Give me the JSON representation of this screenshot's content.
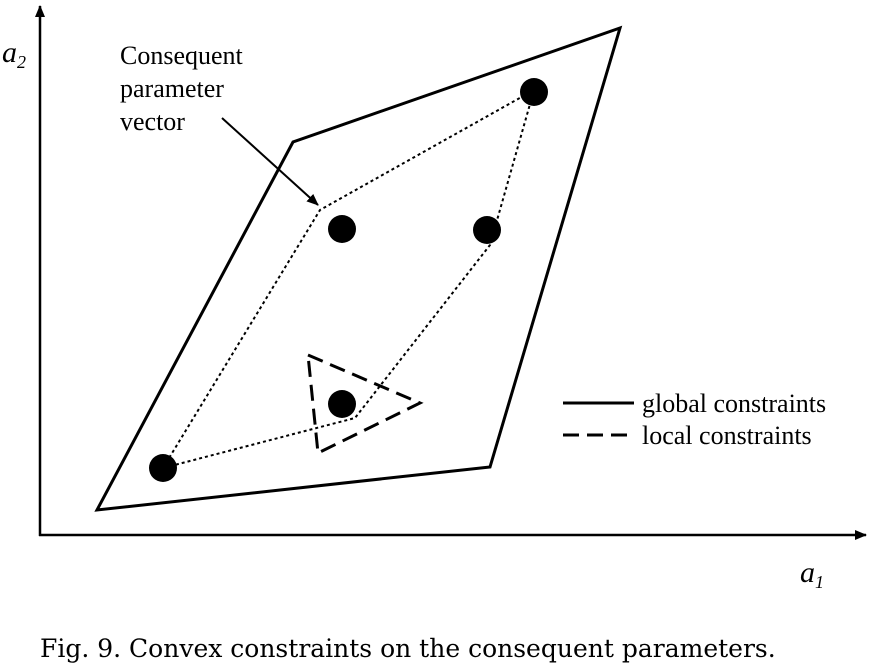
{
  "axes": {
    "x_label": "a",
    "x_sub": "1",
    "y_label": "a",
    "y_sub": "2"
  },
  "annotation": {
    "lines": [
      "Consequent",
      "parameter",
      "vector"
    ]
  },
  "legend": {
    "global": "global constraints",
    "local": "local constraints"
  },
  "caption": "Fig. 9. Convex constraints on the consequent parameters."
}
